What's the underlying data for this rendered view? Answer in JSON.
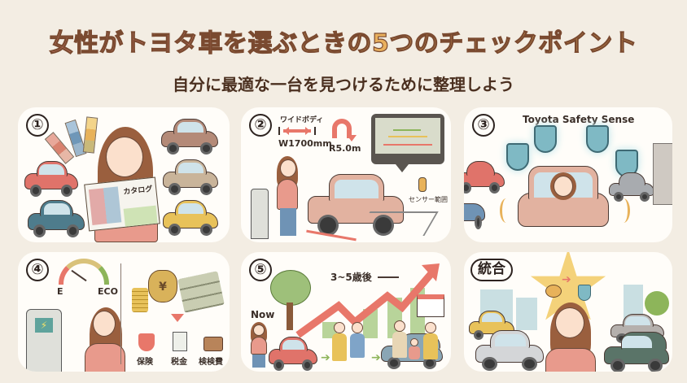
{
  "header": {
    "title_part1": "女性が",
    "title_part2": "トヨタ車",
    "title_part3": "を選ぶときの5つのチェックポイント",
    "subtitle": "自分に最適な一台を見つけるために整理しよう"
  },
  "colors": {
    "background": "#f3ede3",
    "panel": "#fffdf9",
    "title_pink": "#e0877a",
    "title_orange": "#e9b05e",
    "title_outline": "#7a4a30",
    "subtitle": "#4b3020",
    "arrow_red": "#e8776a",
    "shield_teal": "#7fb9c4"
  },
  "panels": [
    {
      "number": "①",
      "theme": "design-and-color",
      "catalog_label": "カタログ",
      "icons": [
        "color-swatch-fan",
        "woman-reading-catalog",
        "car-red",
        "car-blue",
        "car-brown",
        "car-beige",
        "car-yellow"
      ]
    },
    {
      "number": "②",
      "theme": "size-and-maneuverability",
      "wide_body_label": "ワイドボディ",
      "width_label": "W1700mm",
      "turn_radius_label": "R5.0m",
      "sensor_label": "センサー範囲",
      "icons": [
        "width-arrow",
        "u-turn-arrow",
        "backup-camera-monitor",
        "parking-sensor",
        "ev-charger",
        "woman-charging",
        "pink-compact-car",
        "parking-lines"
      ]
    },
    {
      "number": "③",
      "theme": "safety",
      "title": "Toyota Safety Sense",
      "icons": [
        "shield-pre-collision",
        "shield-lane-assist",
        "shield-auto-highbeam",
        "shield-road-sign",
        "woman-driving-car",
        "warning-waves"
      ]
    },
    {
      "number": "④",
      "theme": "running-costs",
      "gauge_left": "E",
      "gauge_right": "ECO",
      "cost_items": [
        {
          "label": "保険",
          "icon": "insurance-shield-hands-icon"
        },
        {
          "label": "税金",
          "icon": "tax-document-icon"
        },
        {
          "label": "検検費",
          "icon": "briefcase-icon"
        }
      ],
      "icons": [
        "fuel-gauge",
        "ev-charger",
        "woman-charging",
        "money-bag-yen",
        "coin-stack",
        "yen-bills",
        "down-arrow"
      ]
    },
    {
      "number": "⑤",
      "theme": "future-life-plan",
      "now_label": "Now",
      "future_label": "3~5歳後",
      "icons": [
        "tree",
        "woman",
        "red-compact-car",
        "couple",
        "family-with-children",
        "minivan",
        "calendar",
        "growth-arrow",
        "bar-chart"
      ]
    },
    {
      "number": "統合",
      "theme": "summary",
      "icons": [
        "star-with-palette-arrow-shield",
        "woman-thinking",
        "city-skyline",
        "yellow-car",
        "silver-sedan",
        "grey-car",
        "green-minivan",
        "tree"
      ]
    }
  ]
}
